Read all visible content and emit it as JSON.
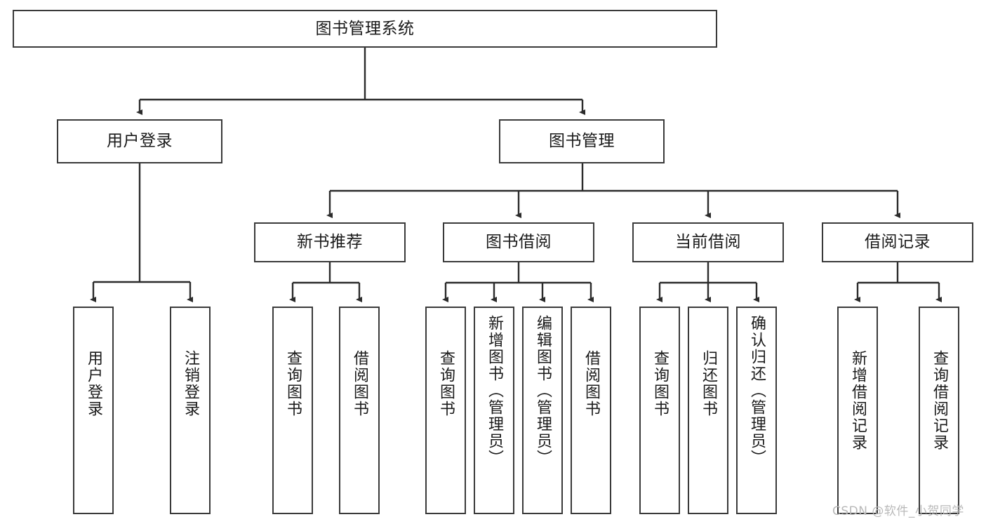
{
  "diagram": {
    "type": "tree-hierarchy-chart",
    "title_text": "图书管理系统",
    "watermark": "CSDN @软件_小贺同学",
    "colors": {
      "box_border": "#3a3a3a",
      "box_fill": "#ffffff",
      "edge": "#2b2b2b",
      "text": "#1a1a1a",
      "watermark": "#b9b9b9"
    },
    "root": {
      "label": "图书管理系统"
    },
    "level2": [
      {
        "label": "用户登录"
      },
      {
        "label": "图书管理"
      }
    ],
    "level3": [
      {
        "label": "新书推荐"
      },
      {
        "label": "图书借阅"
      },
      {
        "label": "当前借阅"
      },
      {
        "label": "借阅记录"
      }
    ],
    "leaves": {
      "user_login": [
        {
          "label": "用户登录"
        },
        {
          "label": "注销登录"
        }
      ],
      "new_book_recommend": [
        {
          "label": "查询图书"
        },
        {
          "label": "借阅图书"
        }
      ],
      "book_borrow": [
        {
          "label": "查询图书"
        },
        {
          "label": "新增图书（管理员）"
        },
        {
          "label": "编辑图书（管理员）"
        },
        {
          "label": "借阅图书"
        }
      ],
      "current_borrow": [
        {
          "label": "查询图书"
        },
        {
          "label": "归还图书"
        },
        {
          "label": "确认归还（管理员）"
        }
      ],
      "borrow_record": [
        {
          "label": "新增借阅记录"
        },
        {
          "label": "查询借阅记录"
        }
      ]
    }
  }
}
